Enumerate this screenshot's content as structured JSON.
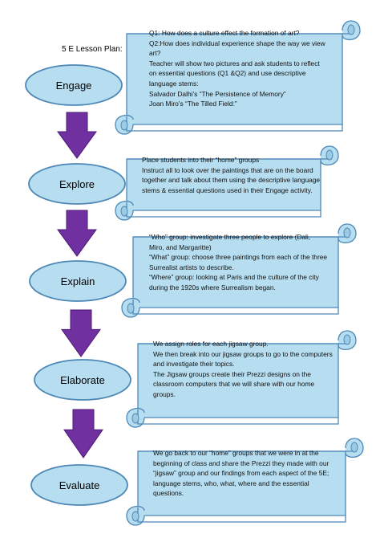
{
  "title": "5 E Lesson Plan:",
  "colors": {
    "oval_fill": "#b7def0",
    "oval_stroke": "#4d88b6",
    "arrow_fill": "#7030a0",
    "scroll_fill": "#b7def0",
    "scroll_stroke": "#4d88b6"
  },
  "stages": [
    {
      "name": "Engage",
      "lines": [
        "Q1: How does a culture effect the formation of art?",
        "Q2:How does individual experience shape the way we view",
        "art?",
        "Teacher will show two pictures and ask students to reflect",
        "on essential questions (Q1 &Q2) and use descriptive",
        "language stems:",
        "Salvador Dalhi’s “The Persistence of Memory”",
        "Joan Miro’s “The Tilled Field:”"
      ]
    },
    {
      "name": "Explore",
      "lines": [
        "Place students into their “home” groups",
        "Instruct all to look over the paintings that are on the board",
        "together and talk about them using the descriptive language",
        "stems & essential questions used in their Engage activity."
      ]
    },
    {
      "name": "Explain",
      "lines": [
        "  “Who” group: investigate three people to explore (Dali,",
        "  Miro, and Margaritte)",
        "“What” group: choose three paintings from each of the three",
        "Surrealist artists to describe.",
        "“Where” group: looking at Paris and the culture of the city",
        "during the 1920s where Surrealism began."
      ]
    },
    {
      "name": "Elaborate",
      "lines": [
        "We assign roles for each jigsaw group.",
        "We then break into our jigsaw groups to go to the computers",
        "and investigate their topics.",
        "The Jigsaw groups create their Prezzi designs on the",
        "classroom computers that we will share with our home",
        "groups."
      ]
    },
    {
      "name": "Evaluate",
      "lines": [
        "We go back to our “home” groups that we were in at the",
        "beginning of class and share the Prezzi they made with our",
        "“jigsaw” group and our findings from each aspect of the 5E;",
        "language stems, who, what, where and the essential",
        "questions."
      ]
    }
  ]
}
